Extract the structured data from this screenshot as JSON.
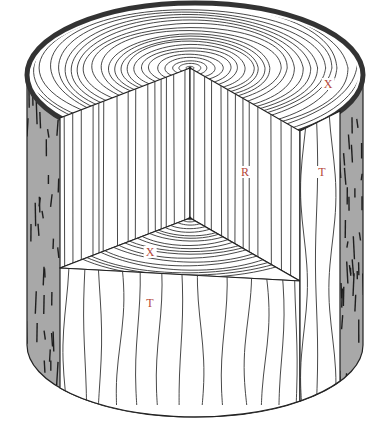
{
  "diagram": {
    "labels": [
      "X",
      "R",
      "T",
      "X",
      "T"
    ]
  }
}
